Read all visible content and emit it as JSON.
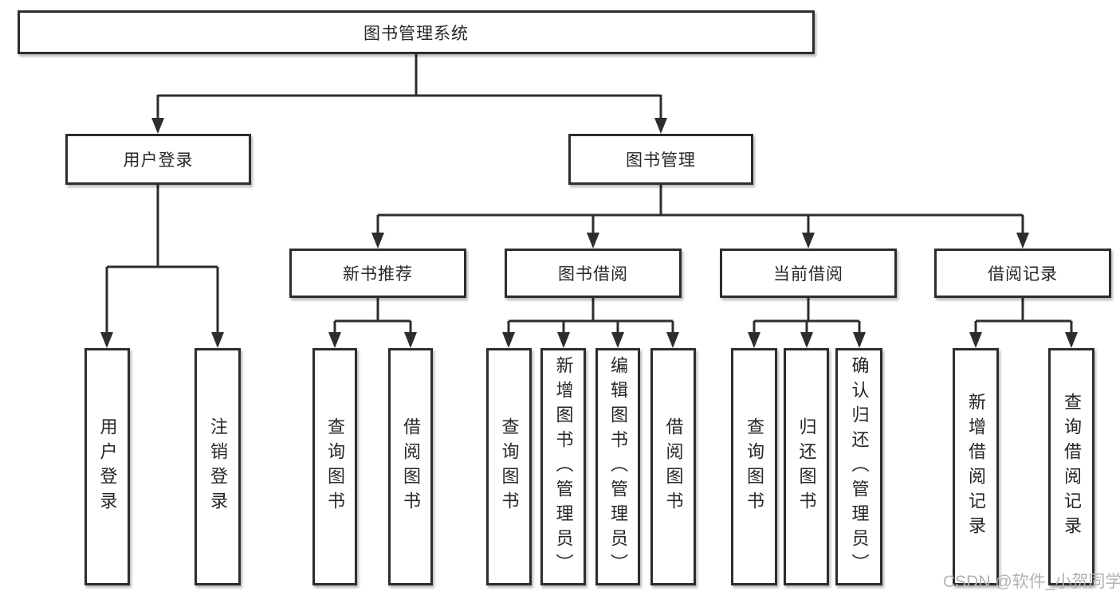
{
  "tree": {
    "label": "图书管理系统",
    "children": [
      {
        "label": "用户登录",
        "children": [
          {
            "label": "用户登录"
          },
          {
            "label": "注销登录"
          }
        ]
      },
      {
        "label": "图书管理",
        "children": [
          {
            "label": "新书推荐",
            "children": [
              {
                "label": "查询图书"
              },
              {
                "label": "借阅图书"
              }
            ]
          },
          {
            "label": "图书借阅",
            "children": [
              {
                "label": "查询图书"
              },
              {
                "label": "新增图书（管理员）"
              },
              {
                "label": "编辑图书（管理员）"
              },
              {
                "label": "借阅图书"
              }
            ]
          },
          {
            "label": "当前借阅",
            "children": [
              {
                "label": "查询图书"
              },
              {
                "label": "归还图书"
              },
              {
                "label": "确认归还（管理员）"
              }
            ]
          },
          {
            "label": "借阅记录",
            "children": [
              {
                "label": "新增借阅记录"
              },
              {
                "label": "查询借阅记录"
              }
            ]
          }
        ]
      }
    ]
  },
  "watermark": {
    "text": "CSDN @软件_小贺同学"
  },
  "colors": {
    "line": "#2d2d2d",
    "box_border": "#2d2d2d",
    "text": "#262626",
    "watermark": "#b2b2b2",
    "background": "#ffffff"
  }
}
